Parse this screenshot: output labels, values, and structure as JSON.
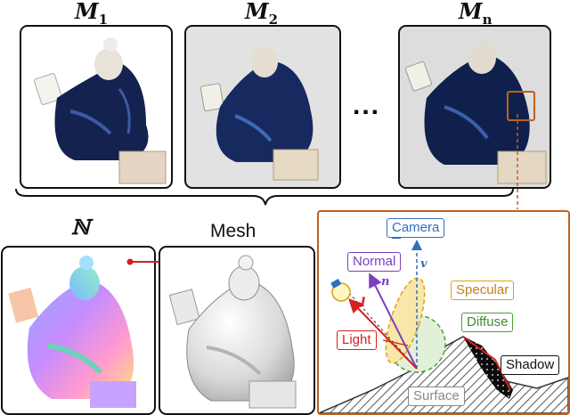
{
  "figure": {
    "top_row": {
      "labels": [
        {
          "base": "M",
          "sub": "1"
        },
        {
          "base": "M",
          "sub": "2"
        },
        {
          "base": "M",
          "sub": "n"
        }
      ],
      "ellipsis": "..."
    },
    "bottom_left": {
      "normal_label": "ℕ",
      "mesh_label": "Mesh"
    },
    "reflectance_inset": {
      "labels": {
        "camera": "Camera",
        "normal": "Normal",
        "specular": "Specular",
        "diffuse": "Diffuse",
        "light": "Light",
        "shadow": "Shadow",
        "surface": "Surface",
        "v": "v",
        "n": "n",
        "l": "l"
      },
      "colors": {
        "frame": "#c0601e",
        "camera": "#2f6fc0",
        "normal": "#7a3fbf",
        "specular": "#d9a11c",
        "diffuse": "#4f9e3d",
        "light": "#d61f1f"
      }
    }
  }
}
